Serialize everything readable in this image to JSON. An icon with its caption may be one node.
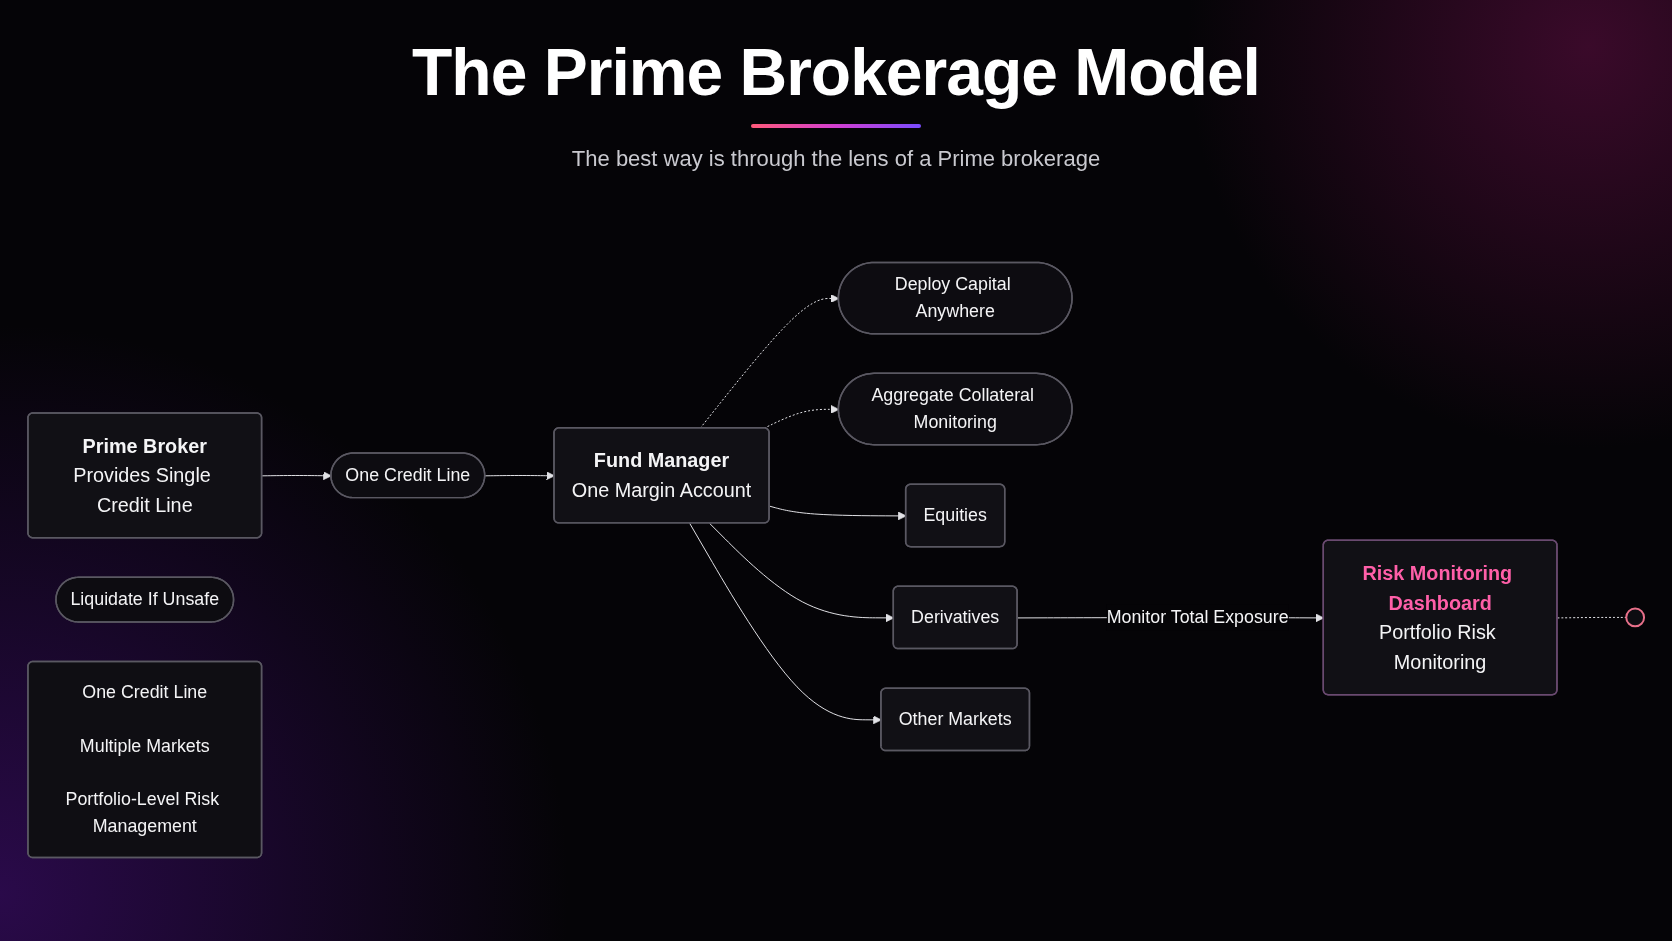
{
  "diagram": {
    "title": "The Prime Brokerage Model",
    "nodes": [
      {
        "text": [
          "Prime Broker",
          "Provides Single Credit Line"
        ]
      },
      {
        "text": [
          "One Credit Line"
        ]
      },
      {
        "text": [
          "Fund Manager",
          "One Margin Account"
        ]
      },
      {
        "text": [
          "Deploy Capital Anywhere"
        ]
      },
      {
        "text": [
          "Aggregate Collateral Monitoring"
        ]
      },
      {
        "text": [
          "Equities"
        ]
      },
      {
        "text": [
          "Derivatives"
        ]
      },
      {
        "text": [
          "Other Markets"
        ]
      },
      {
        "text": [
          "Risk Monitoring Dashboard",
          "Portfolio Risk Monitoring"
        ]
      },
      {
        "text": [],
        "shape": "circle"
      },
      {
        "text": [
          "Liquidate If Unsafe"
        ]
      },
      {
        "text": [
          "One Credit Line",
          "Multiple Markets",
          "Portfolio-Level Risk Management"
        ]
      }
    ],
    "edges": [
      {
        "from": 0,
        "to": 1,
        "arrow": "to"
      },
      {
        "from": 1,
        "to": 2,
        "arrow": "to"
      },
      {
        "from": 2,
        "to": 3,
        "arrow": "to",
        "style": "dashed"
      },
      {
        "from": 2,
        "to": 4,
        "arrow": "to",
        "style": "dashed"
      },
      {
        "from": 2,
        "to": 5,
        "arrow": "to"
      },
      {
        "from": 2,
        "to": 6,
        "arrow": "to"
      },
      {
        "from": 2,
        "to": 7,
        "arrow": "to"
      },
      {
        "from": 6,
        "to": 8,
        "arrow": "to",
        "label": "Monitor Total Exposure"
      },
      {
        "from": 8,
        "to": 9,
        "arrow": "none",
        "style": "dashed"
      }
    ],
    "labels": [
      "The best way is through the lens of a Prime brokerage"
    ]
  }
}
